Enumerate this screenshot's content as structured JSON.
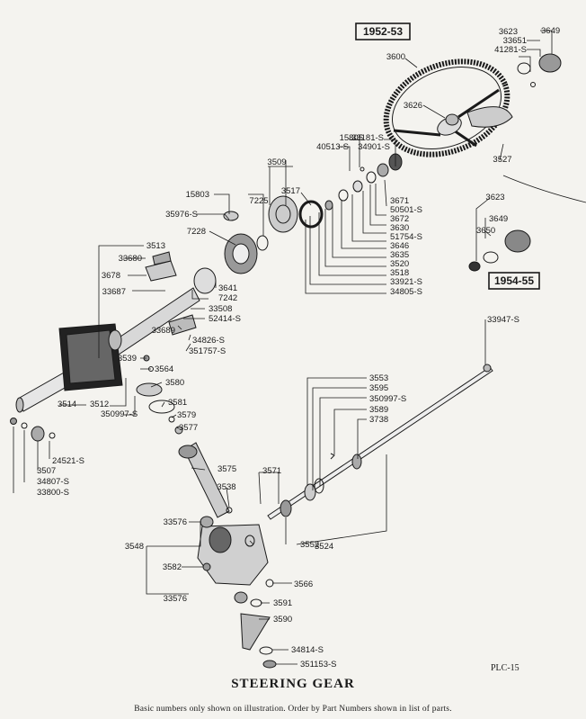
{
  "title": "STEERING GEAR",
  "footnote": "Basic numbers only shown on illustration.   Order by Part Numbers shown in list of parts.",
  "plate": "PLC-15",
  "year_boxes": [
    "1952-53",
    "1954-55"
  ],
  "part_numbers": [
    "3623",
    "3649",
    "33651",
    "41281-S",
    "3600",
    "3626",
    "3527",
    "15805",
    "40513-S",
    "33181-S",
    "34901-S",
    "3509",
    "3517",
    "7225",
    "15803",
    "35976-S",
    "7228",
    "3513",
    "33680",
    "3678",
    "33687",
    "3641",
    "7242",
    "33508",
    "52414-S",
    "33689",
    "34826-S",
    "351757-S",
    "3539",
    "3564",
    "3580",
    "3581",
    "3579",
    "3577",
    "3671",
    "50501-S",
    "3672",
    "3630",
    "51754-S",
    "3646",
    "3635",
    "3520",
    "3518",
    "33921-S",
    "34805-S",
    "3623",
    "3649",
    "3650",
    "33947-S",
    "3514",
    "3512",
    "350997-S",
    "24521-S",
    "3507",
    "34807-S",
    "33800-S",
    "3575",
    "3538",
    "3571",
    "3553",
    "3595",
    "350997-S",
    "3589",
    "3738",
    "33576",
    "3548",
    "3582",
    "3552",
    "3524",
    "3566",
    "33576",
    "3591",
    "3590",
    "34814-S",
    "351153-S"
  ]
}
